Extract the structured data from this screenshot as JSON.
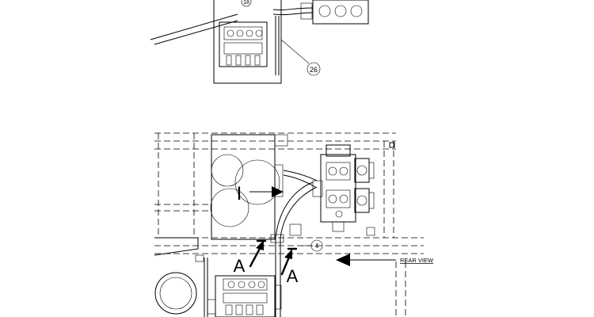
{
  "callouts": {
    "hose": "26",
    "hose_top": "18",
    "pump": "4"
  },
  "labels": {
    "section_arrow": "I",
    "view_a_left": "A",
    "view_a_right": "A",
    "rear_view": "REAR VIEW"
  },
  "colors": {
    "ink": "#000000",
    "paper": "#ffffff"
  }
}
